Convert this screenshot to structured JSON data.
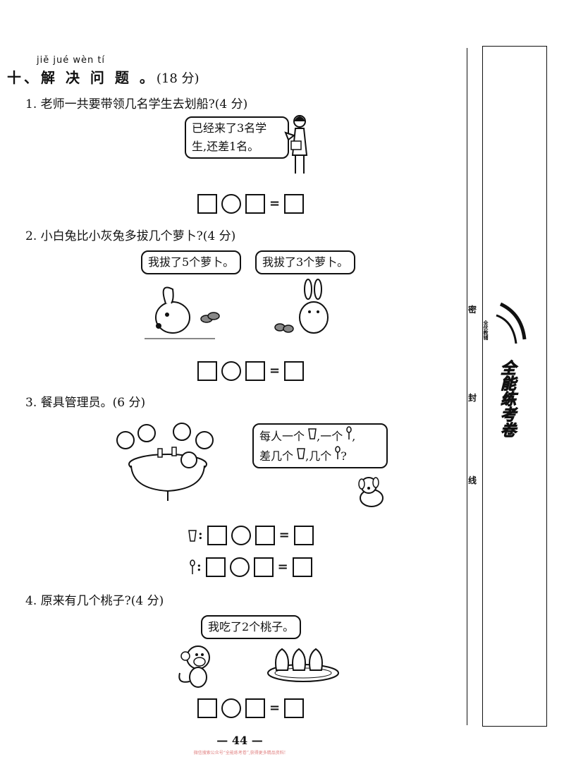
{
  "section": {
    "pinyin": "jiě  jué  wèn   tí",
    "title": "十、解 决 问 题 。",
    "score": "(18 分)"
  },
  "questions": [
    {
      "label": "1. 老师一共要带领几名学生去划船?(4 分)",
      "bubble_line1": "已经来了3名学",
      "bubble_line2": "生,还差1名。"
    },
    {
      "label": "2. 小白兔比小灰兔多拔几个萝卜?(4 分)",
      "bubble_a": "我拔了5个萝卜。",
      "bubble_b": "我拔了3个萝卜。"
    },
    {
      "label": "3. 餐具管理员。(6 分)",
      "bubble_line1_a": "每人一个",
      "bubble_line1_b": ",一个",
      "bubble_line1_c": ",",
      "bubble_line2_a": "差几个",
      "bubble_line2_b": ",几个",
      "bubble_line2_c": "?"
    },
    {
      "label": "4. 原来有几个桃子?(4 分)",
      "bubble": "我吃了2个桃子。"
    }
  ],
  "equation": {
    "equals": "=",
    "colon": ":"
  },
  "sidebar": {
    "seal_1": "密",
    "seal_2": "封",
    "seal_3": "线",
    "brand_logo_text": "全优教辅",
    "brand_title": "全能练考卷"
  },
  "footer": {
    "page_number": "— 44 —",
    "note": "微信搜索公众号“全能练考卷”,获得更多精品资料!"
  },
  "icons": [
    "cup-icon",
    "spoon-icon",
    "teacher-illustration",
    "rabbit-illustration",
    "children-table-illustration",
    "dog-illustration",
    "monkey-illustration",
    "peach-plate-illustration"
  ]
}
